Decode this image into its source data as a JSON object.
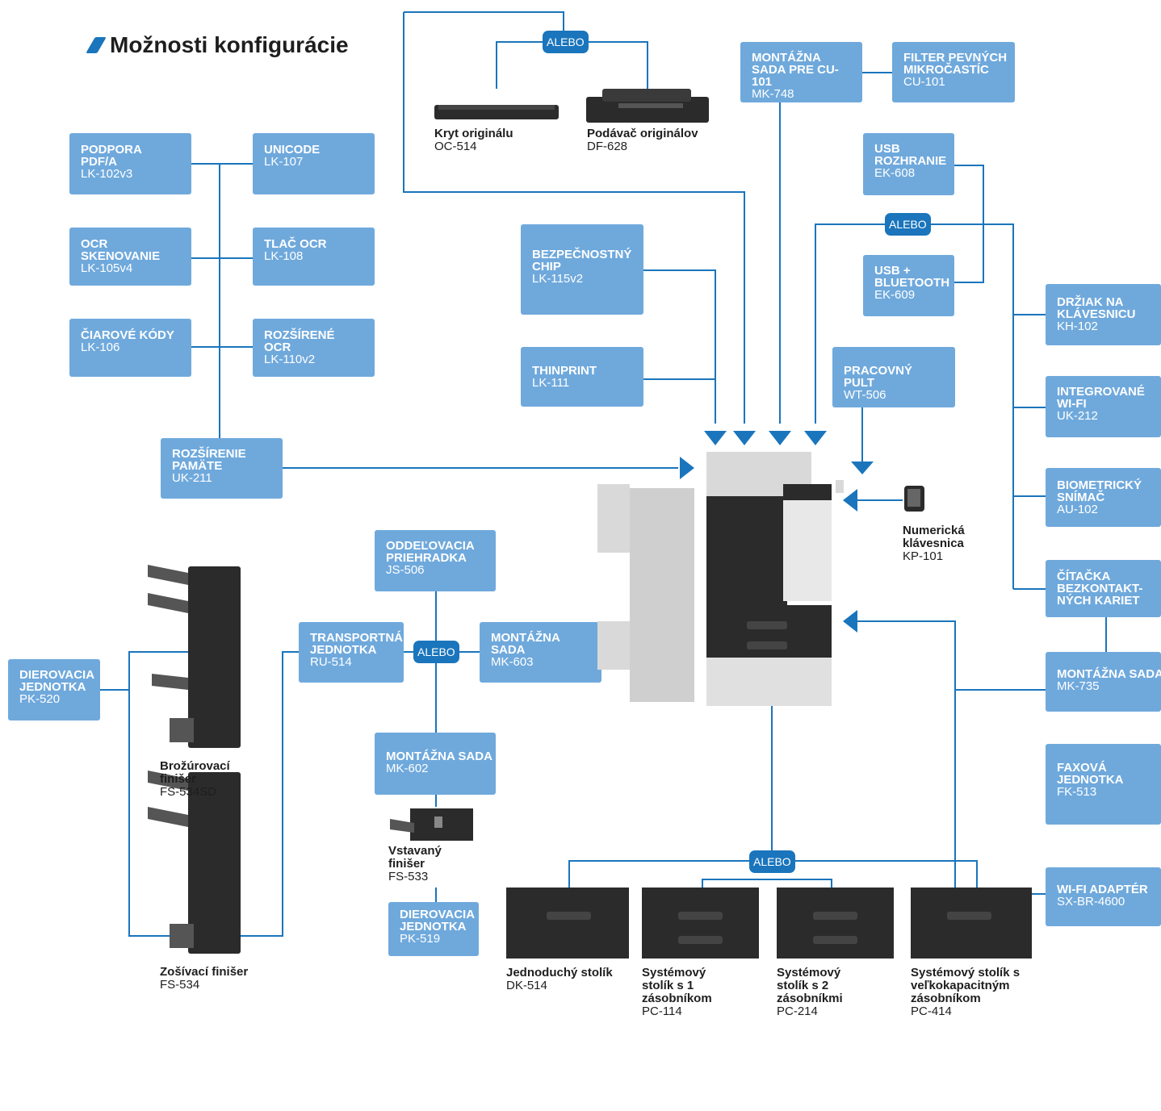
{
  "title": "Možnosti konfigurácie",
  "connector_text": "ALEBO",
  "colors": {
    "box": "#6fa9dc",
    "line": "#1a75bc",
    "alebo": "#1a75bc",
    "device_dark": "#2b2b2b",
    "device_gray": "#d9d9d9"
  },
  "boxes": {
    "pdfa": {
      "name": "PODPORA PDF/A",
      "code": "LK-102v3"
    },
    "unicode": {
      "name": "UNICODE",
      "code": "LK-107"
    },
    "ocr_scan": {
      "name": "OCR SKENOVANIE",
      "code": "LK-105v4"
    },
    "ocr_print": {
      "name": "TLAČ OCR",
      "code": "LK-108"
    },
    "barcodes": {
      "name": "ČIAROVÉ KÓDY",
      "code": "LK-106"
    },
    "ocr_ext": {
      "name": "ROZŠÍRENÉ OCR",
      "code": "LK-110v2"
    },
    "memory": {
      "name": "ROZŠÍRENIE PAMÄTE",
      "code": "UK-211"
    },
    "security_chip": {
      "name": "BEZPEČNOSTNÝ CHIP",
      "code": "LK-115v2"
    },
    "thinprint": {
      "name": "THINPRINT",
      "code": "LK-111"
    },
    "mk748": {
      "name": "MONTÁŽNA SADA PRE CU-101",
      "code": "MK-748"
    },
    "cu101": {
      "name": "FILTER PEVNÝCH MIKROČASTÍC",
      "code": "CU-101"
    },
    "usb": {
      "name": "USB ROZHRANIE",
      "code": "EK-608"
    },
    "usb_bt": {
      "name": "USB + BLUETOOTH",
      "code": "EK-609"
    },
    "worktable": {
      "name": "PRACOVNÝ PULT",
      "code": "WT-506"
    },
    "kb_holder": {
      "name": "DRŽIAK NA KLÁVESNICU",
      "code": "KH-102"
    },
    "wifi": {
      "name": "INTEGROVANÉ WI-FI",
      "code": "UK-212"
    },
    "biometric": {
      "name": "BIOMETRICKÝ SNÍMAČ",
      "code": "AU-102"
    },
    "card_reader": {
      "name": "ČÍTAČKA BEZKONTAKT-NÝCH KARIET",
      "code": ""
    },
    "mk735": {
      "name": "MONTÁŽNA SADA",
      "code": "MK-735"
    },
    "fax": {
      "name": "FAXOVÁ JEDNOTKA",
      "code": "FK-513"
    },
    "wifi_adapter": {
      "name": "WI-FI ADAPTÉR",
      "code": "SX-BR-4600"
    },
    "separator": {
      "name": "ODDEĽOVACIA PRIEHRADKA",
      "code": "JS-506"
    },
    "transport": {
      "name": "TRANSPORTNÁ JEDNOTKA",
      "code": "RU-514"
    },
    "mk603": {
      "name": "MONTÁŽNA SADA",
      "code": "MK-603"
    },
    "mk602": {
      "name": "MONTÁŽNA SADA",
      "code": "MK-602"
    },
    "pk519": {
      "name": "DIEROVACIA JEDNOTKA",
      "code": "PK-519"
    },
    "pk520": {
      "name": "DIEROVACIA JEDNOTKA",
      "code": "PK-520"
    }
  },
  "products": {
    "cover": {
      "name": "Kryt originálu",
      "code": "OC-514"
    },
    "adf": {
      "name": "Podávač originálov",
      "code": "DF-628"
    },
    "keypad": {
      "name": "Numerická klávesnica",
      "code": "KP-101"
    },
    "booklet": {
      "name": "Brožúrovací finišer",
      "code": "FS-534SD"
    },
    "stapler": {
      "name": "Zošívací finišer",
      "code": "FS-534"
    },
    "inner": {
      "name": "Vstavaný finišer",
      "code": "FS-533"
    },
    "dk514": {
      "name": "Jednoduchý stolík",
      "code": "DK-514"
    },
    "pc114": {
      "name": "Systémový stolík s 1 zásobníkom",
      "code": "PC-114"
    },
    "pc214": {
      "name": "Systémový stolík s 2 zásobníkmi",
      "code": "PC-214"
    },
    "pc414": {
      "name": "Systémový stolík s veľkokapacitným zásobníkom",
      "code": "PC-414"
    }
  }
}
